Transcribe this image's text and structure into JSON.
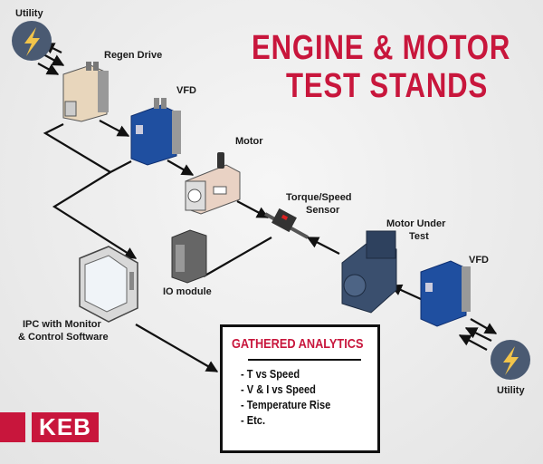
{
  "title": {
    "line1": "ENGINE & MOTOR",
    "line2": "TEST STANDS"
  },
  "labels": {
    "utility_left": "Utility",
    "regen_drive": "Regen Drive",
    "vfd_left": "VFD",
    "motor": "Motor",
    "torque_line1": "Torque/Speed",
    "torque_line2": "Sensor",
    "mut_line1": "Motor Under",
    "mut_line2": "Test",
    "vfd_right": "VFD",
    "utility_right": "Utility",
    "io_module": "IO module",
    "ipc_line1": "IPC with Monitor",
    "ipc_line2": "& Control Software"
  },
  "analytics": {
    "heading": "GATHERED ANALYTICS",
    "items": [
      "- T vs Speed",
      "- V & I vs Speed",
      "- Temperature Rise",
      "- Etc."
    ]
  },
  "logo": {
    "text": "KEB"
  },
  "colors": {
    "brand": "#c8163c",
    "utility": "#4a5a72",
    "bolt": "#f2c44a",
    "drive_blue": "#1f4fa0"
  }
}
